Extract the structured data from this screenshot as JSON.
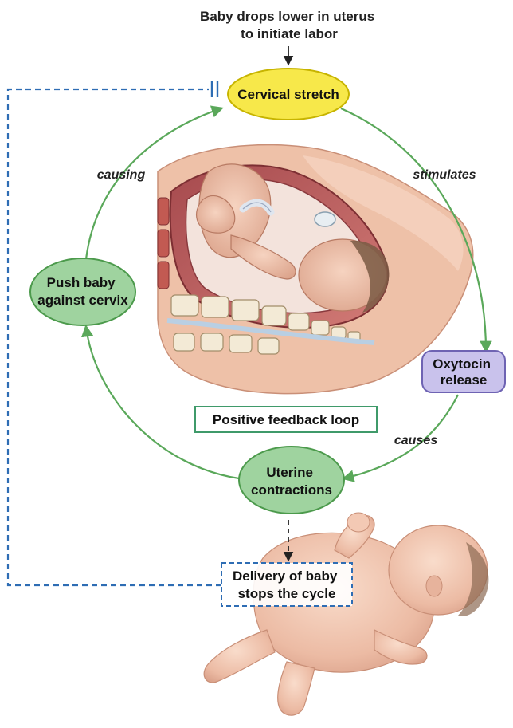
{
  "diagram": {
    "trigger": {
      "line1": "Baby drops lower in uterus",
      "line2": "to initiate labor"
    },
    "nodes": {
      "cervical_stretch": "Cervical stretch",
      "oxytocin": {
        "line1": "Oxytocin",
        "line2": "release"
      },
      "uterine": {
        "line1": "Uterine",
        "line2": "contractions"
      },
      "push": {
        "line1": "Push baby",
        "line2": "against cervix"
      },
      "delivery": {
        "line1": "Delivery of baby",
        "line2": "stops the cycle"
      }
    },
    "edge_labels": {
      "stimulates": "stimulates",
      "causes": "causes",
      "causing": "causing"
    },
    "loop_label": "Positive feedback loop"
  },
  "colors": {
    "cycle_arrow": "#5aa85a",
    "feedback_dash": "#2e6db4",
    "cervical_fill": "#f7e84a",
    "cervical_stroke": "#c7b400",
    "oxytocin_fill": "#c9c2ec",
    "oxytocin_stroke": "#6e63b3",
    "green_fill": "#9fd39f",
    "green_stroke": "#4c9a4c",
    "loop_box_stroke": "#3f9a6a"
  }
}
